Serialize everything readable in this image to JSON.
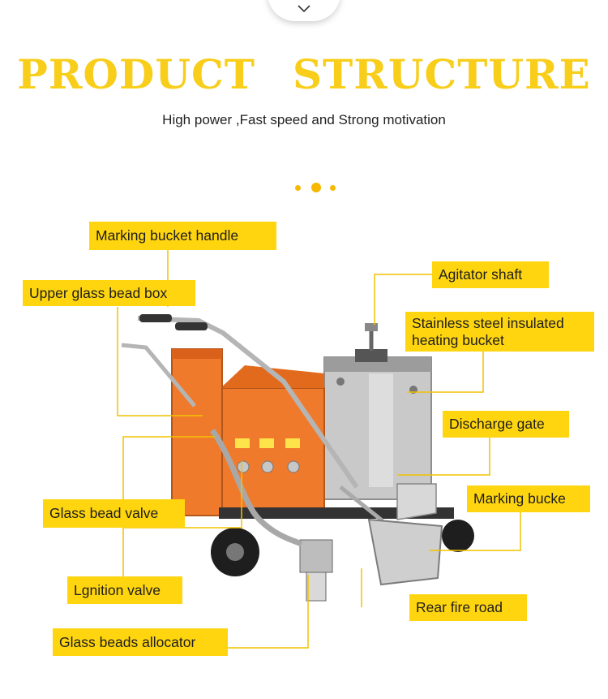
{
  "header": {
    "collapse_icon": "chevron-down-icon",
    "title_word1": "PRODUCT",
    "title_word2": "STRUCTURE",
    "subtitle": "High power ,Fast speed and Strong motivation"
  },
  "colors": {
    "title": "#f8ce1b",
    "label_bg": "#ffd50f",
    "leader_line": "#f2c200",
    "dots": "#f6b800",
    "machine_body": "#f07a2c",
    "bucket_steel": "#c8c8c8"
  },
  "labels": {
    "marking_bucket_handle": "Marking bucket handle",
    "upper_glass_bead_box": "Upper glass bead box",
    "agitator_shaft": "Agitator shaft",
    "stainless_steel_bucket": "Stainless steel insulated heating bucket",
    "discharge_gate": "Discharge gate",
    "marking_bucke": "Marking bucke",
    "glass_bead_valve": "Glass bead valve",
    "ignition_valve": "Lgnition valve",
    "rear_fire_road": "Rear fire road",
    "glass_beads_allocator": "Glass beads allocator"
  }
}
